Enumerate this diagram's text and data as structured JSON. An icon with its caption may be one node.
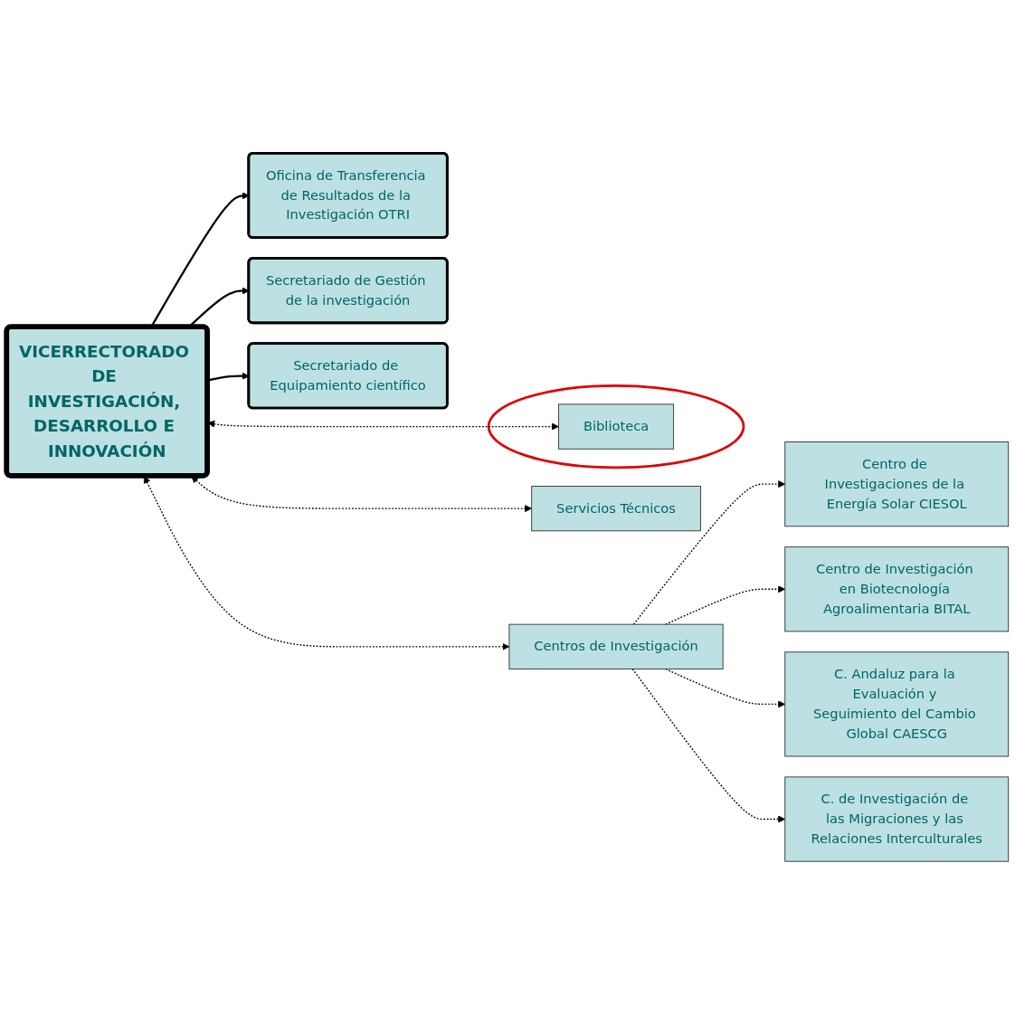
{
  "diagram": {
    "nodes": [
      {
        "text": [
          "VICERRECTORADO DE INVESTIGACIÓN, DESARROLLO E INNOVACIÓN"
        ]
      },
      {
        "text": [
          "Oficina de Transferencia de Resultados de la Investigación OTRI"
        ]
      },
      {
        "text": [
          "Secretariado de Gestión de la investigación"
        ]
      },
      {
        "text": [
          "Secretariado de Equipamiento científico"
        ]
      },
      {
        "text": [],
        "shape": "ellipse"
      },
      {
        "text": [
          "Biblioteca"
        ],
        "in": 4
      },
      {
        "text": [
          "Centros de Investigación"
        ]
      },
      {
        "text": [
          "Servicios Técnicos"
        ]
      },
      {
        "text": [
          "Centro de Investigaciones de la Energía Solar CIESOL"
        ]
      },
      {
        "text": [
          "Centro de Investigación en Biotecnología Agroalimentaria BITAL"
        ]
      },
      {
        "text": [
          "C. Andaluz para la Evaluación y Seguimiento del Cambio Global CAESCG"
        ]
      },
      {
        "text": [
          "C. de Investigación de las Migraciones y las Relaciones Interculturales"
        ]
      }
    ],
    "edges": [
      {
        "from": 0,
        "to": 1,
        "arrow": "to"
      },
      {
        "from": 0,
        "to": 2,
        "arrow": "to"
      },
      {
        "from": 0,
        "to": 3,
        "arrow": "to"
      },
      {
        "from": 0,
        "to": 5,
        "arrow": "both",
        "style": "dashed"
      },
      {
        "from": 0,
        "to": 6,
        "arrow": "both",
        "style": "dashed"
      },
      {
        "from": 0,
        "to": 7,
        "arrow": "both",
        "style": "dashed"
      },
      {
        "from": 6,
        "to": 8,
        "arrow": "to",
        "style": "dashed"
      },
      {
        "from": 6,
        "to": 9,
        "arrow": "to",
        "style": "dashed"
      },
      {
        "from": 6,
        "to": 10,
        "arrow": "to",
        "style": "dashed"
      },
      {
        "from": 6,
        "to": 11,
        "arrow": "to",
        "style": "dashed"
      }
    ]
  }
}
